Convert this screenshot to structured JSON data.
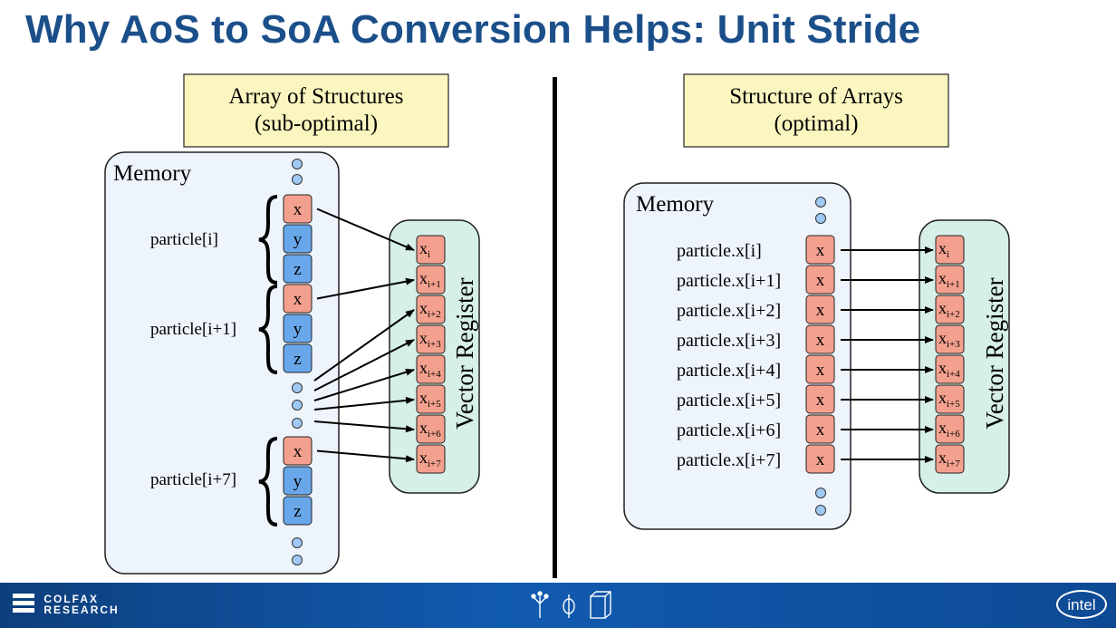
{
  "title": "Why AoS to SoA Conversion Helps: Unit Stride",
  "aos": {
    "heading_line1": "Array of Structures",
    "heading_line2": "(sub-optimal)",
    "memory_label": "Memory",
    "groups": [
      {
        "label": "particle[i]",
        "fields": [
          "x",
          "y",
          "z"
        ]
      },
      {
        "label": "particle[i+1]",
        "fields": [
          "x",
          "y",
          "z"
        ]
      },
      {
        "label": "particle[i+7]",
        "fields": [
          "x",
          "y",
          "z"
        ]
      }
    ],
    "register_label": "Vector Register"
  },
  "soa": {
    "heading_line1": "Structure of Arrays",
    "heading_line2": "(optimal)",
    "memory_label": "Memory",
    "rows": [
      "particle.x[i]",
      "particle.x[i+1]",
      "particle.x[i+2]",
      "particle.x[i+3]",
      "particle.x[i+4]",
      "particle.x[i+5]",
      "particle.x[i+6]",
      "particle.x[i+7]"
    ],
    "cell": "x",
    "register_label": "Vector Register"
  },
  "register_cells": [
    {
      "base": "x",
      "sub": "i"
    },
    {
      "base": "x",
      "sub": "i+1"
    },
    {
      "base": "x",
      "sub": "i+2"
    },
    {
      "base": "x",
      "sub": "i+3"
    },
    {
      "base": "x",
      "sub": "i+4"
    },
    {
      "base": "x",
      "sub": "i+5"
    },
    {
      "base": "x",
      "sub": "i+6"
    },
    {
      "base": "x",
      "sub": "i+7"
    }
  ],
  "footer": {
    "brand_line1": "COLFAX",
    "brand_line2": "RESEARCH",
    "intel": "intel"
  },
  "colors": {
    "title": "#1b4f8a",
    "memory_bg": "#eef4fc",
    "register_bg": "#d6efe8",
    "heading_bg": "#fbf6bf",
    "x_cell": "#f4a08e",
    "yz_cell": "#68a7ea",
    "dot": "#9fcaf5"
  }
}
